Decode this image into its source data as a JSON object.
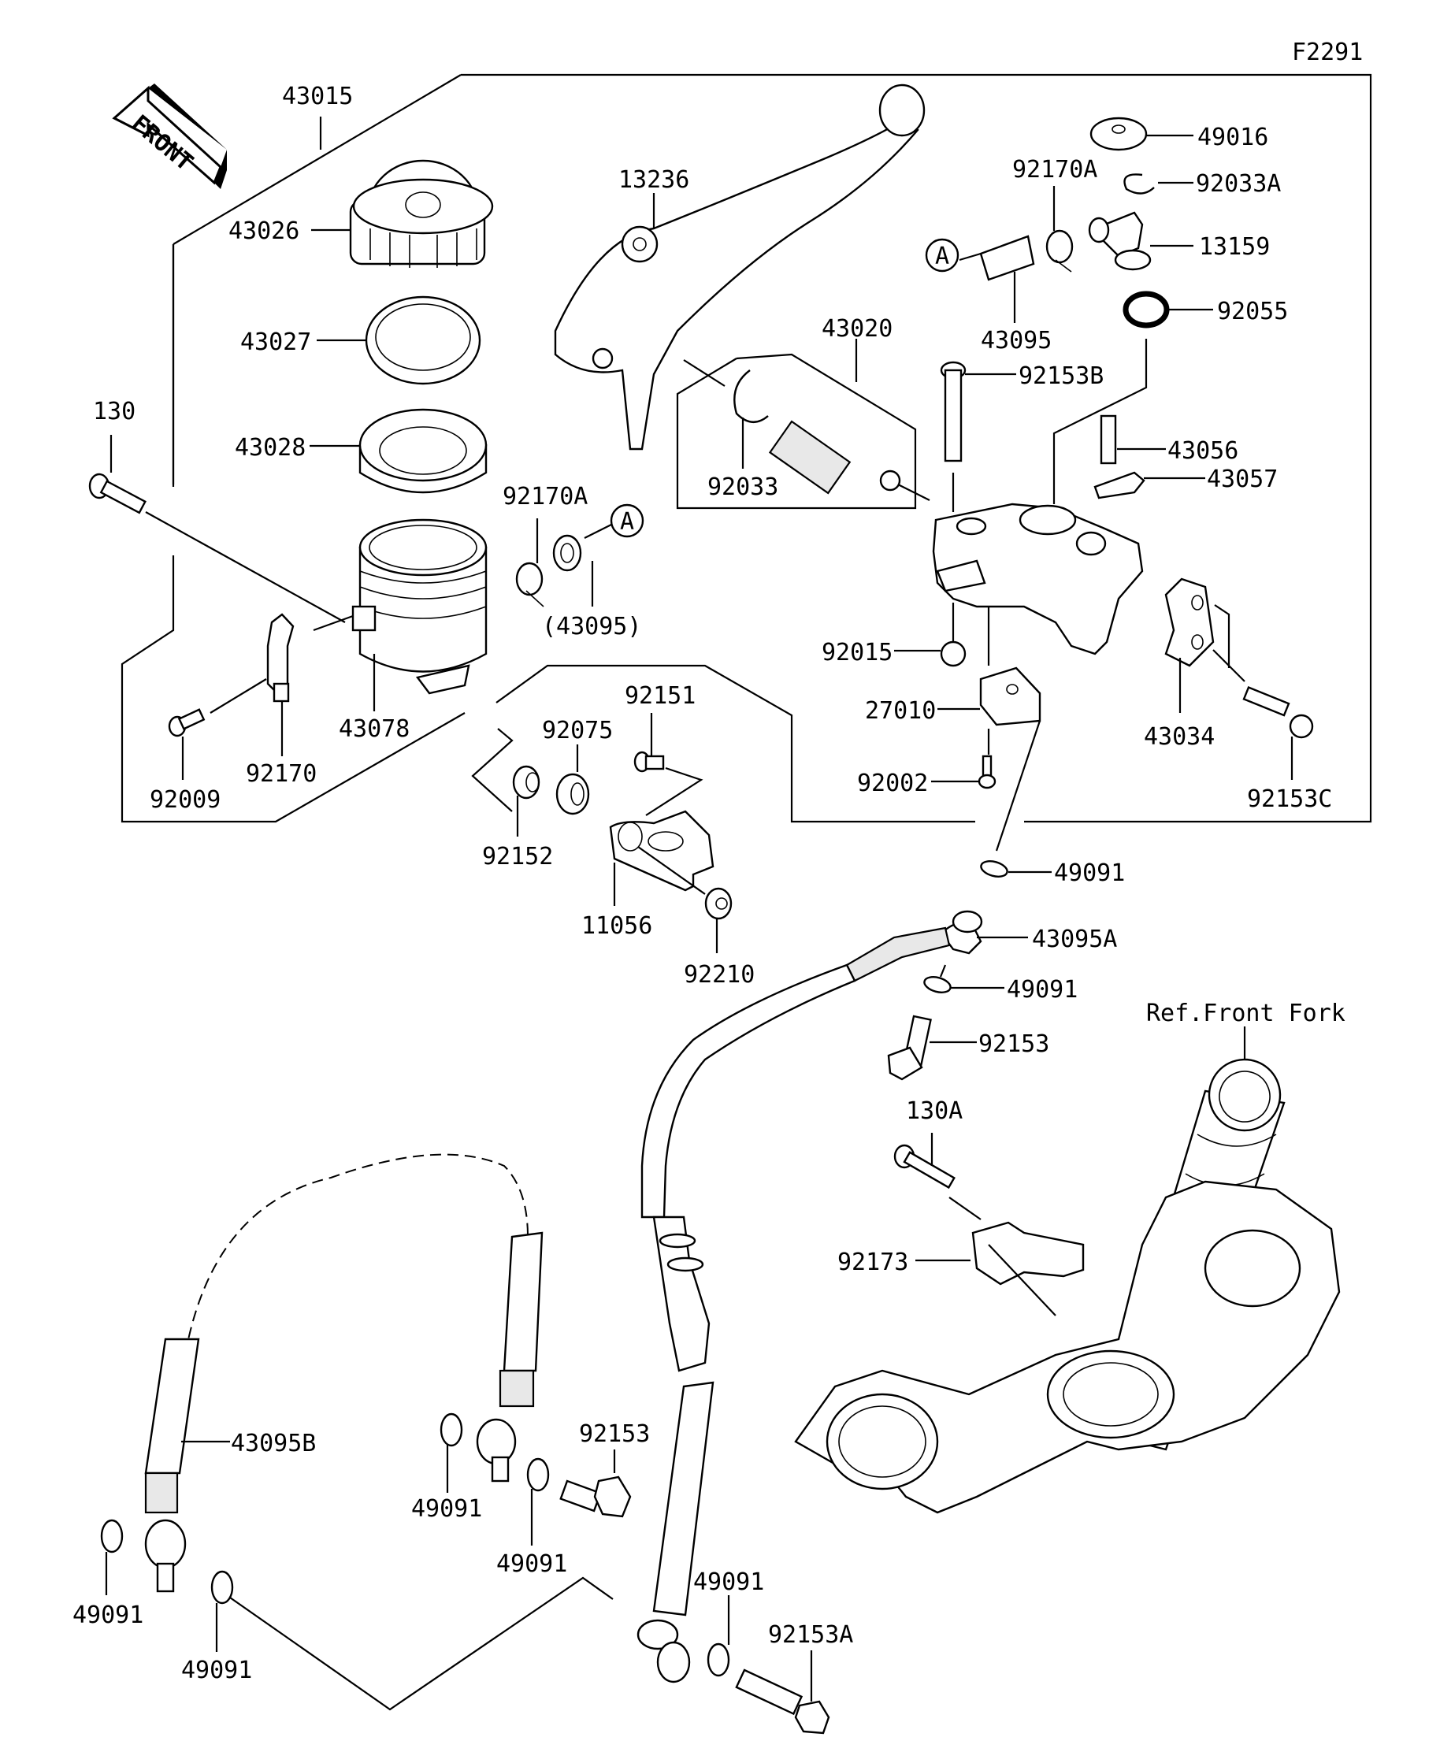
{
  "diagram": {
    "figure_code": "F2291",
    "front_indicator": "FRONT",
    "reference_note": "Ref.Front Fork",
    "callout_marker": "A",
    "part_labels": {
      "p43015": "43015",
      "p43026": "43026",
      "p43027": "43027",
      "p43028": "43028",
      "p130": "130",
      "p92170A_left": "92170A",
      "p43095_paren": "(43095)",
      "p43078": "43078",
      "p92009": "92009",
      "p92170": "92170",
      "p13236": "13236",
      "p92170A_right": "92170A",
      "p43095": "43095",
      "p49016": "49016",
      "p92033A": "92033A",
      "p13159": "13159",
      "p92055": "92055",
      "p43020": "43020",
      "p92033": "92033",
      "p92153B": "92153B",
      "p43056": "43056",
      "p43057": "43057",
      "p92015": "92015",
      "p27010": "27010",
      "p92002": "92002",
      "p43034": "43034",
      "p92153C": "92153C",
      "p92151": "92151",
      "p92075": "92075",
      "p92152": "92152",
      "p11056": "11056",
      "p92210": "92210",
      "p49091_a": "49091",
      "p43095A": "43095A",
      "p49091_b": "49091",
      "p92153_top": "92153",
      "p130A": "130A",
      "p92173": "92173",
      "p43095B": "43095B",
      "p49091_c": "49091",
      "p49091_d": "49091",
      "p92153_mid": "92153",
      "p49091_e": "49091",
      "p49091_f": "49091",
      "p49091_g": "49091",
      "p92153A": "92153A"
    }
  }
}
